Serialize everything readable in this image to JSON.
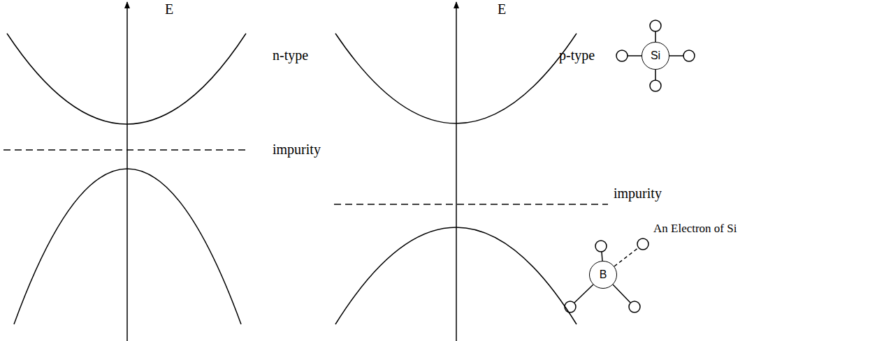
{
  "diagram": {
    "nodes": [
      {
        "text": [
          "Si"
        ]
      },
      {
        "text": [
          "B"
        ]
      }
    ],
    "labels": [
      "E",
      "n-type",
      "impurity",
      "E",
      "p-type",
      "impurity",
      "An Electron of Si"
    ]
  }
}
